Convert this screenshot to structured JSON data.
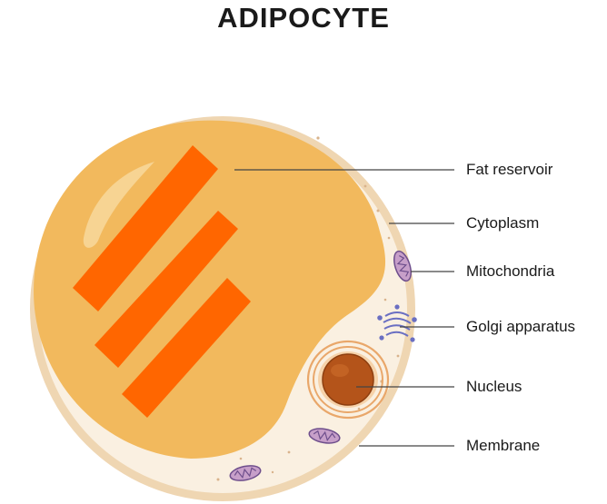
{
  "title": "ADIPOCYTE",
  "colors": {
    "membrane": "#f0d9b8",
    "cytoplasm": "#faefdf",
    "fat": "#f1b95d",
    "nucleus": "#b7561c",
    "golgi": "#6a6fc2",
    "mitochondria": "#8a6fa8",
    "highlight": "#ff6600"
  },
  "labels": [
    {
      "id": "fat-reservoir",
      "text": "Fat reservoir"
    },
    {
      "id": "cytoplasm",
      "text": "Cytoplasm"
    },
    {
      "id": "mitochondria",
      "text": "Mitochondria"
    },
    {
      "id": "golgi-apparatus",
      "text": "Golgi apparatus"
    },
    {
      "id": "nucleus",
      "text": "Nucleus"
    },
    {
      "id": "membrane",
      "text": "Membrane"
    }
  ]
}
